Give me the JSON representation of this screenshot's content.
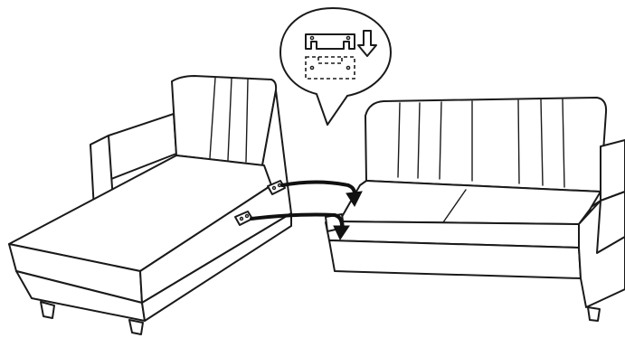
{
  "diagram": {
    "line_color": "#1a1a1a",
    "background": "#ffffff",
    "parts": [
      {
        "name": "chaise-section",
        "icon": "chaise-lounge"
      },
      {
        "name": "sofa-section",
        "icon": "sofa"
      },
      {
        "name": "connector-bracket-upper",
        "icon": "bracket"
      },
      {
        "name": "connector-bracket-lower",
        "icon": "bracket"
      },
      {
        "name": "callout-detail",
        "icon": "bracket-slide-down"
      }
    ]
  }
}
